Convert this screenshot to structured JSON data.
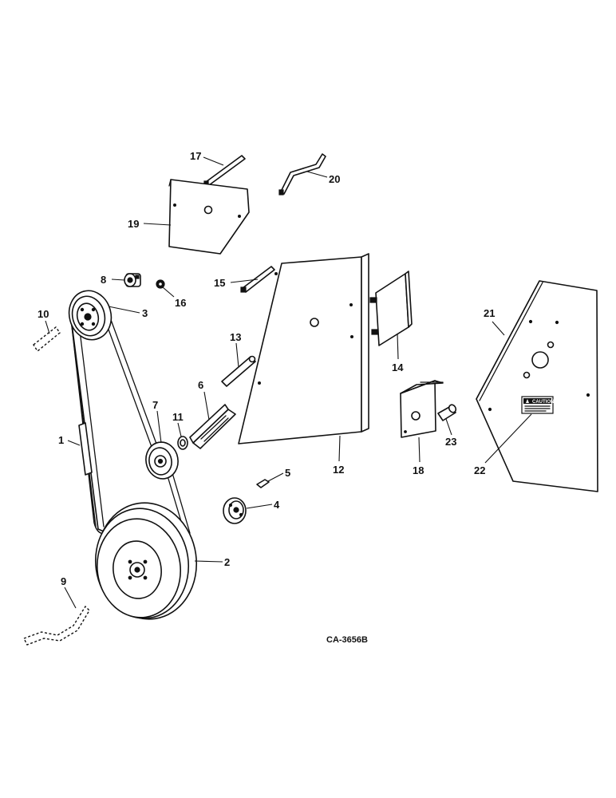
{
  "diagram": {
    "drawing_code": "CA-3656B",
    "decal_text": "CAUTION",
    "callouts": {
      "p1": "1",
      "p2": "2",
      "p3": "3",
      "p4": "4",
      "p5": "5",
      "p6": "6",
      "p7": "7",
      "p8": "8",
      "p9": "9",
      "p10": "10",
      "p11": "11",
      "p12": "12",
      "p13": "13",
      "p14": "14",
      "p15": "15",
      "p16": "16",
      "p17": "17",
      "p18": "18",
      "p19": "19",
      "p20": "20",
      "p21": "21",
      "p22": "22",
      "p23": "23"
    }
  }
}
